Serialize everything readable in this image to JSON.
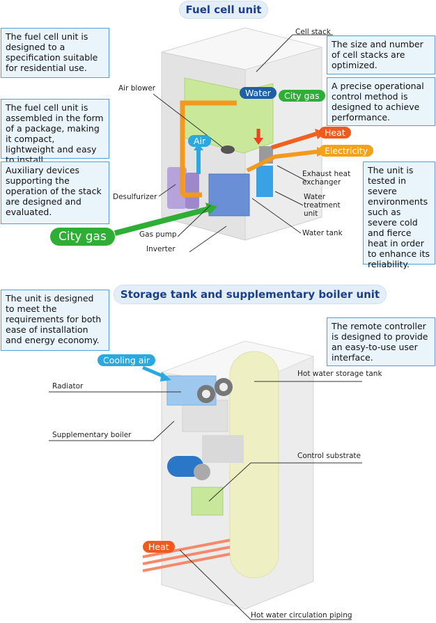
{
  "fuel_cell": {
    "title": "Fuel cell unit",
    "notes": {
      "residential": "The fuel cell unit is designed to a specification suitable for residential  use.",
      "package": "The fuel cell unit is assembled in the form of a package, making it compact, lightweight and easy to install.",
      "auxiliary": "Auxiliary devices supporting the operation of the stack are designed and evaluated.",
      "stacks": "The size and number of cell stacks are optimized.",
      "control": "A precise operational control method is designed to achieve performance.",
      "tested": "The unit is tested in severe environments such as severe cold and fierce heat in order to enhance its reliability."
    },
    "labels": {
      "cell_stack": "Cell stack",
      "air_blower": "Air blower",
      "desulfurizer": "Desulfurizer",
      "gas_pump": "Gas pump",
      "inverter": "Inverter",
      "exhaust": "Exhaust heat exchanger",
      "water_treatment": "Water treatment unit",
      "water_tank": "Water tank"
    },
    "pills": {
      "water": "Water",
      "city_gas_top": "City gas",
      "air": "Air",
      "heat": "Heat",
      "electricity": "Electricity",
      "city_gas_big": "City gas"
    }
  },
  "storage": {
    "title": "Storage tank and supplementary boiler unit",
    "notes": {
      "requirements": "The unit is designed to meet the requirements for both ease of installation and energy economy.",
      "remote": "The remote controller is designed to provide an easy-to-use user interface."
    },
    "labels": {
      "radiator": "Radiator",
      "supp_boiler": "Supplementary boiler",
      "hot_water_tank": "Hot water storage tank",
      "control_substrate": "Control substrate",
      "circulation": "Hot water circulation piping"
    },
    "pills": {
      "cooling_air": "Cooling air",
      "heat": "Heat"
    }
  },
  "colors": {
    "title_text": "#1c3f8a",
    "water": "#1e5fa8",
    "city_gas": "#2fae36",
    "air": "#2aa8e0",
    "heat": "#f05a1e",
    "electricity": "#f3a21a"
  }
}
